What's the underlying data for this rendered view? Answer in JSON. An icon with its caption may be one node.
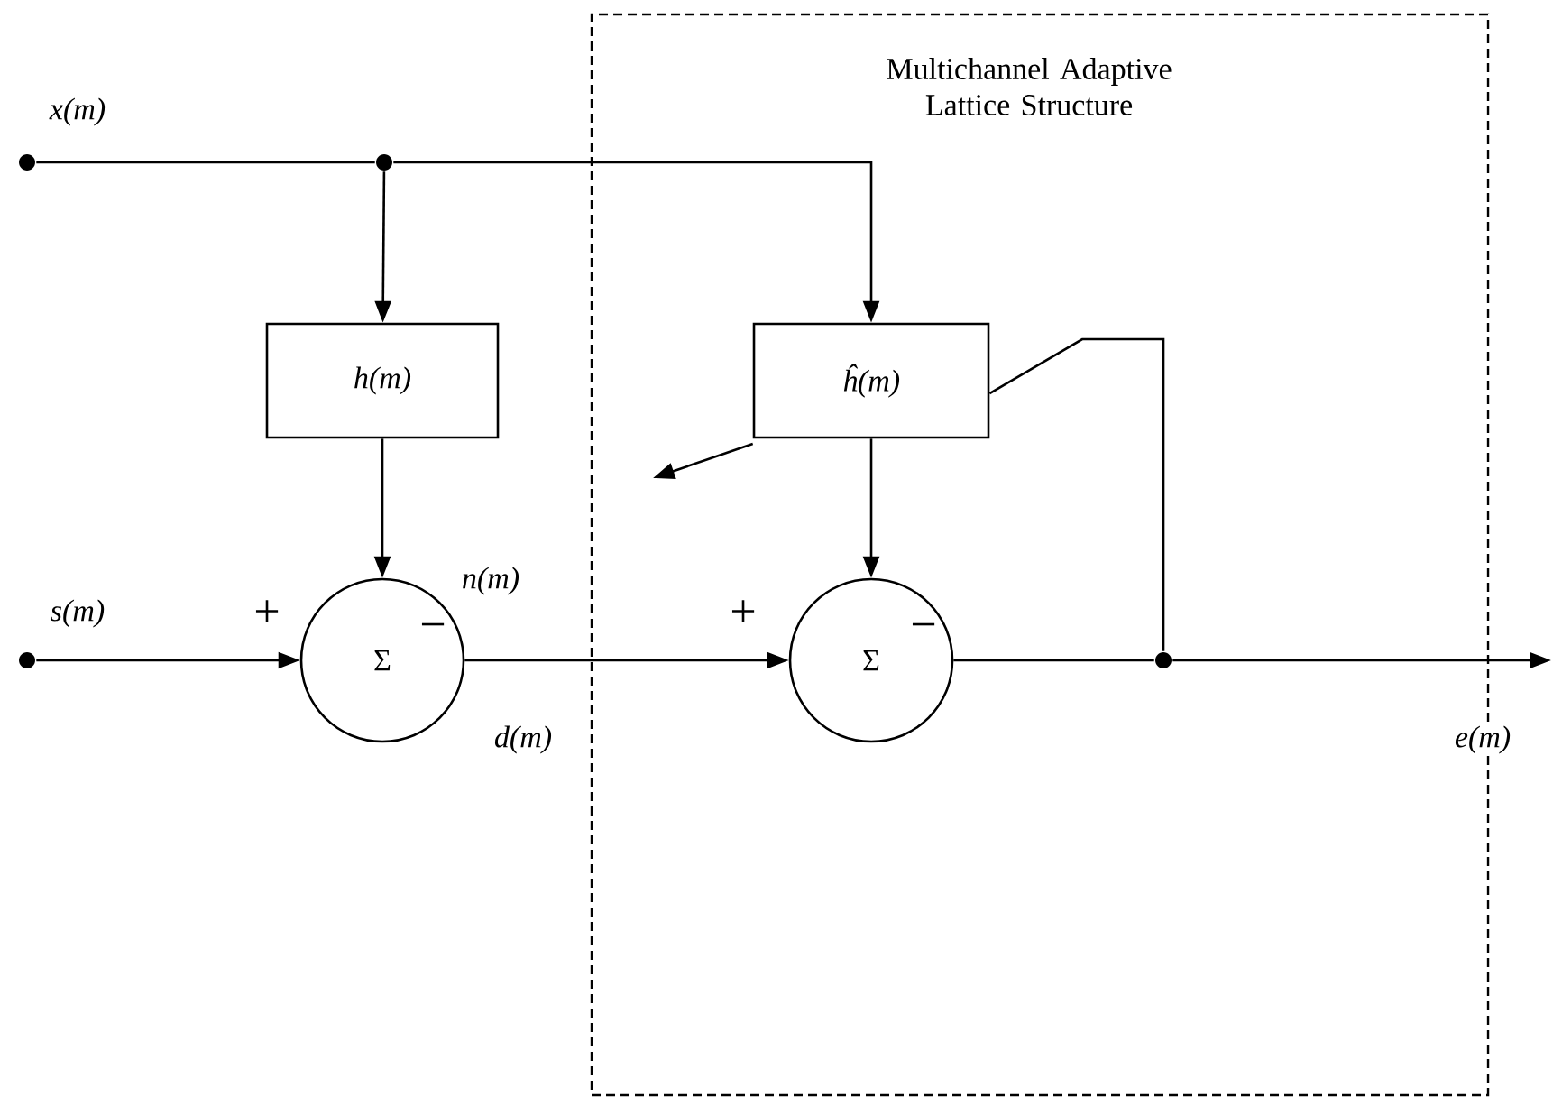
{
  "diagram": {
    "nodes": [
      {
        "text": [
          "Multichannel Adaptive Lattice Structure"
        ]
      },
      {
        "text": [],
        "shape": "circle",
        "beside": [
          "x(m)"
        ]
      },
      {
        "text": [],
        "shape": "circle"
      },
      {
        "text": [
          "h(m)"
        ]
      },
      {
        "text": [
          "ĥ(m)"
        ],
        "in": 0
      },
      {
        "text": [
          "Σ"
        ]
      },
      {
        "text": [
          "Σ"
        ],
        "in": 0
      },
      {
        "text": [],
        "shape": "circle",
        "beside": [
          "s(m)"
        ]
      },
      {
        "text": [],
        "shape": "circle",
        "in": 0
      }
    ],
    "edges": [
      {
        "from": 1,
        "to": 2,
        "arrow": "none"
      },
      {
        "from": 2,
        "to": 3,
        "arrow": "to"
      },
      {
        "from": 2,
        "to": 4,
        "arrow": "to"
      },
      {
        "from": 3,
        "to": 5,
        "arrow": "to",
        "label": "n(m)"
      },
      {
        "from": 7,
        "to": 5,
        "arrow": "to"
      },
      {
        "from": 5,
        "to": 6,
        "arrow": "to",
        "label": "d(m)"
      },
      {
        "from": 4,
        "to": 6,
        "arrow": "to"
      },
      {
        "from": 6,
        "to": 8,
        "arrow": "none"
      },
      {
        "from": 8,
        "to": null,
        "arrow": "to",
        "label": "e(m)"
      },
      {
        "from": 8,
        "to": 4,
        "arrow": "none"
      }
    ],
    "labels": [
      "+",
      "−",
      "+",
      "−"
    ]
  }
}
